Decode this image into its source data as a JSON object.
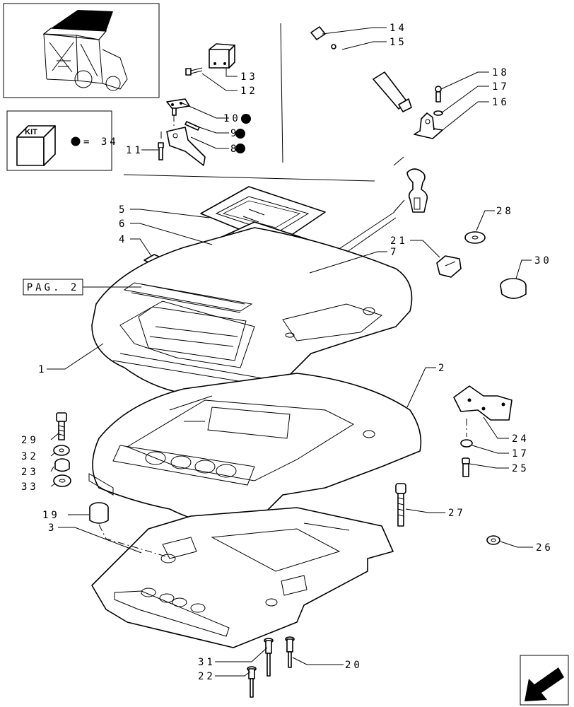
{
  "kit": {
    "label": "KIT",
    "marker_text": "= 34",
    "marker_color": "#000000"
  },
  "page_ref": "PAG. 2",
  "callouts": [
    "1",
    "2",
    "3",
    "4",
    "5",
    "6",
    "7",
    "8",
    "9",
    "10",
    "11",
    "12",
    "13",
    "14",
    "15",
    "16",
    "17",
    "17",
    "18",
    "19",
    "20",
    "21",
    "22",
    "23",
    "24",
    "25",
    "26",
    "27",
    "28",
    "29",
    "30",
    "31",
    "32",
    "33"
  ],
  "kit_marked_parts": [
    "8",
    "9",
    "10"
  ]
}
